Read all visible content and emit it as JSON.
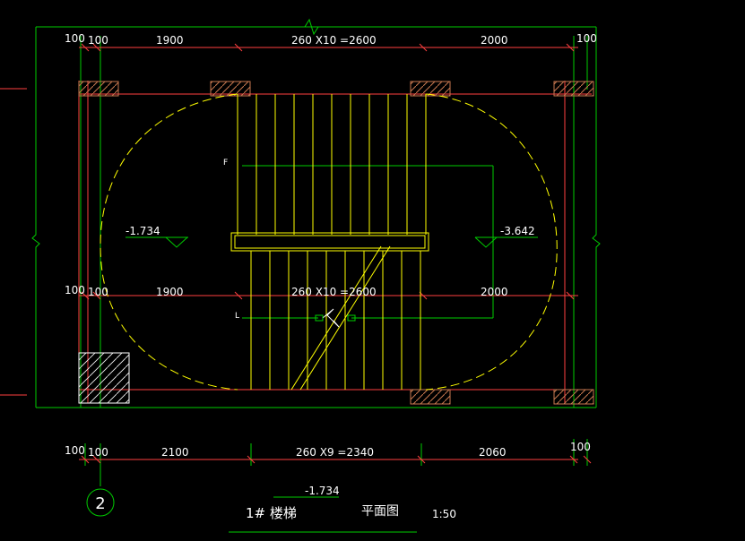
{
  "colors": {
    "background": "#000000",
    "dimension": "#FFFFFF",
    "dimension_line": "#FF4040",
    "extension_line": "#00CC00",
    "stair": "#FFFF00",
    "wall": "#C87850",
    "wall_fill": "#FFFFFF"
  },
  "dims": {
    "top": {
      "left_wall": "100",
      "seg1": "1900",
      "seg2": "260 X10 =2600",
      "seg3": "2000",
      "right_wall": "100"
    },
    "middle": {
      "left_wall_outer": "100",
      "left_wall": "100",
      "seg1": "1900",
      "seg2": "260 X10 =2600",
      "seg3": "2000"
    },
    "bottom": {
      "left_wall_outer": "100",
      "left_wall": "100",
      "seg1": "2100",
      "seg2": "260 X9 =2340",
      "seg3": "2060",
      "right_wall": "100"
    },
    "top_left_outer": "100"
  },
  "levels": {
    "left": "-1.734",
    "right": "-3.642"
  },
  "stair_labels": {
    "up": "F",
    "down": "L"
  },
  "axis": {
    "label": "2"
  },
  "title": {
    "name": "1# 楼梯",
    "level": "-1.734",
    "subtitle": "平面图",
    "scale": "1:50"
  }
}
